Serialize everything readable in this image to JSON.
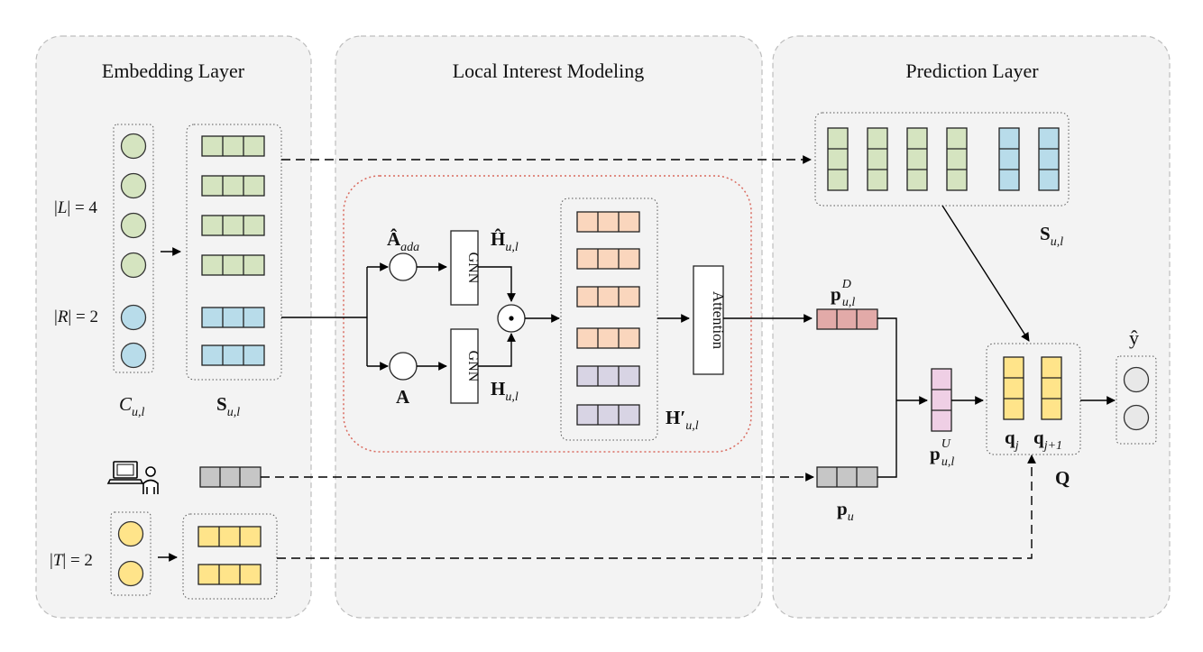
{
  "panels": {
    "embedding": {
      "title": "Embedding Layer"
    },
    "local_interest": {
      "title": "Local Interest Modeling"
    },
    "prediction": {
      "title": "Prediction Layer"
    }
  },
  "labels": {
    "L_count": {
      "pre": "|",
      "var": "L",
      "post": "| = 4"
    },
    "R_count": {
      "pre": "|",
      "var": "R",
      "post": "| = 2"
    },
    "T_count": {
      "pre": "|",
      "var": "T",
      "post": "| = 2"
    },
    "C_ul": {
      "base": "C",
      "sub": "u,l"
    },
    "S_ul_left": {
      "base": "S",
      "sub": "u,l"
    },
    "S_ul_right": {
      "base": "S",
      "sub": "u,l"
    },
    "A_ada": {
      "base": "Â",
      "sub": "ada"
    },
    "A": {
      "base": "A"
    },
    "H_hat_ul": {
      "base": "Ĥ",
      "sub": "u,l"
    },
    "H_ul": {
      "base": "H",
      "sub": "u,l"
    },
    "H_prime_ul": {
      "base": "H′",
      "sub": "u,l"
    },
    "gnn_top": "GNN",
    "gnn_bottom": "GNN",
    "attention": "Attention",
    "odot": "⊙",
    "p_D": {
      "base": "p",
      "sup": "D",
      "sub": "u,l"
    },
    "p_U": {
      "base": "p",
      "sup": "U",
      "sub": "u,l"
    },
    "p_u": {
      "base": "p",
      "sub": "u"
    },
    "q_j": {
      "base": "q",
      "sub": "j"
    },
    "q_j1": {
      "base": "q",
      "sub": "j+1"
    },
    "Q": "Q",
    "y_hat": "ŷ"
  },
  "icons": {
    "user_device": "computer-user-icon"
  },
  "colors": {
    "location_green": "#d5e4c0",
    "region_blue": "#b8dcea",
    "interest_orange": "#fad6bd",
    "interest_purple": "#d8d4e4",
    "user_gray": "#c6c6c6",
    "time_yellow": "#ffe48a",
    "pD_red": "#e2aaa8",
    "pU_pink": "#efcfe5",
    "q_yellow": "#ffe48a",
    "panel_fill": "#f3f3f3",
    "attention_border_red": "#d96a5e"
  }
}
